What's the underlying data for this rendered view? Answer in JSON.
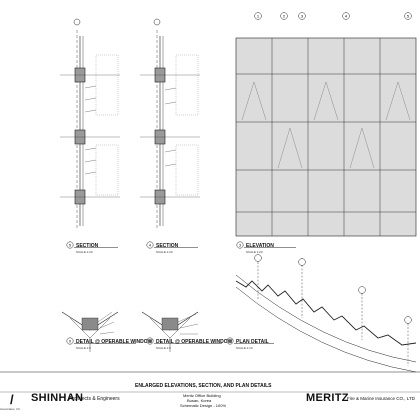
{
  "sheet": {
    "views": [
      {
        "id": "5",
        "title": "SECTION",
        "scale": "SCALE 1:20"
      },
      {
        "id": "4",
        "title": "SECTION",
        "scale": "SCALE 1:20"
      },
      {
        "id": "3",
        "title": "ELEVATION",
        "scale": "SCALE 1:20"
      },
      {
        "id": "9",
        "title": "DETAIL @ OPERABLE WINDOW",
        "scale": "SCALE 1:5"
      },
      {
        "id": "8",
        "title": "DETAIL @ OPERABLE WINDOW",
        "scale": "SCALE 1:5"
      },
      {
        "id": "2",
        "title": "PLAN DETAIL",
        "scale": "SCALE 1:10"
      }
    ],
    "elevation_grid_tags": [
      "1",
      "2",
      "3",
      "4",
      "5"
    ]
  },
  "title_block": {
    "separator": "/",
    "architect_name": "SHINHAN",
    "architect_sub": "Architects & Engineers",
    "sheet_title": "ENLARGED ELEVATIONS, SECTION, AND PLAN DETAILS",
    "project_name": "Meritz Office Building",
    "project_location": "Busan, Korea",
    "phase": "Schematic Design - 100%",
    "client_name": "MERITZ",
    "client_sub": "Fire & Marine Insurance CO., LTD",
    "left_fragment": "Associates, Ch."
  },
  "colors": {
    "line": "#222222",
    "glass": "#dcdcdc",
    "hatch": "#8a8a8a"
  }
}
